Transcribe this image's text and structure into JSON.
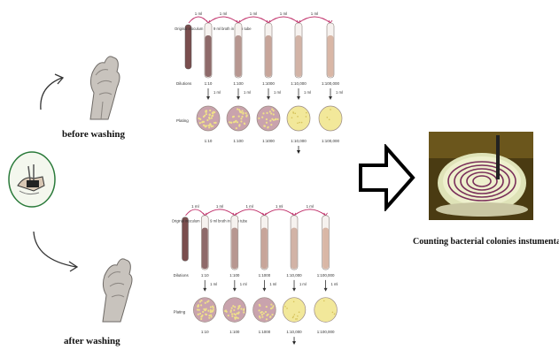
{
  "panels": [
    {
      "caption": "before washing",
      "transfer_label": "1 ml",
      "tube_labels": [
        "Original inoculum",
        "9 ml broth in each tube"
      ],
      "row_dilutions": "Dilutions",
      "row_plating": "Plating",
      "dilutions": [
        "1:10",
        "1:100",
        "1:1000",
        "1:10,000",
        "1:100,000"
      ],
      "plates": [
        "1:10",
        "1:100",
        "1:1000",
        "1:10,000",
        "1:100,000"
      ]
    },
    {
      "caption": "after washing",
      "transfer_label": "1 ml",
      "tube_labels": [
        "Original inoculum",
        "9 ml broth in each tube"
      ],
      "row_dilutions": "Dilutions",
      "row_plating": "Plating",
      "dilutions": [
        "1:10",
        "1:100",
        "1:1000",
        "1:10,000",
        "1:100,000"
      ],
      "plates": [
        "1:10",
        "1:100",
        "1:1000",
        "1:10,000",
        "1:100,000"
      ]
    }
  ],
  "result_caption": "Counting bacterial colonies instumentally",
  "colors": {
    "tube_dark": "#8e6a6a",
    "tube_light": "#d9b7a6",
    "plate_dense": "#c9a3ad",
    "plate_sparse": "#f2e89a",
    "arrow_pink": "#c0306a"
  }
}
